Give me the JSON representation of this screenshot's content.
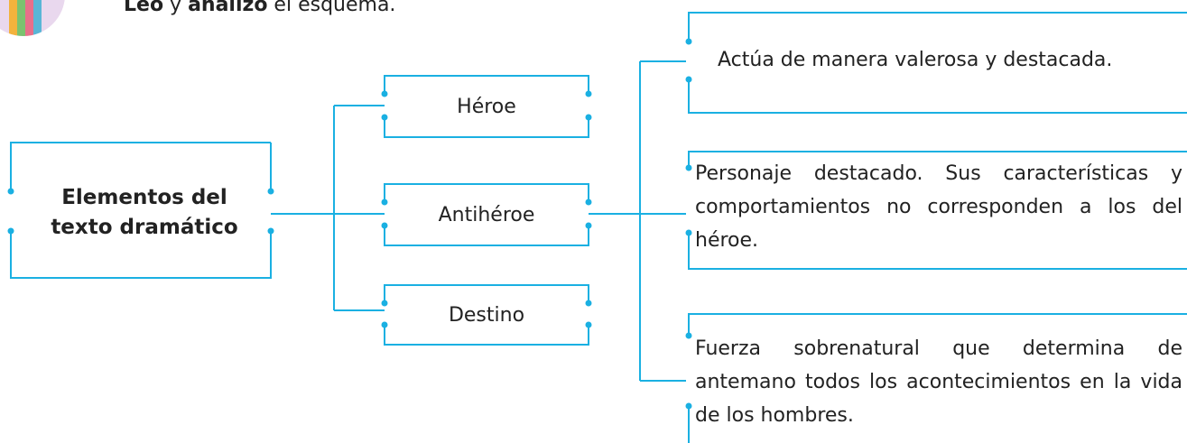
{
  "instruction": {
    "bold1": "Leo",
    "connector": " y ",
    "bold2": "analizo",
    "rest": " el esquema."
  },
  "center": {
    "line1": "Elementos del",
    "line2": "texto dramático"
  },
  "elements": [
    {
      "label": "Héroe"
    },
    {
      "label": "Antihéroe"
    },
    {
      "label": "Destino"
    }
  ],
  "descriptions": [
    {
      "text": "Actúa de manera valerosa y destacada."
    },
    {
      "text": "Personaje destacado. Sus características y comportamientos no corresponden a los del héroe."
    },
    {
      "text": "Fuerza sobrenatural que determina de antemano todos los acontecimientos en la vida de los hombres."
    }
  ],
  "colors": {
    "line": "#1ab0e2",
    "text": "#222222"
  },
  "icons": {
    "avatar": "avatar-illustration"
  }
}
